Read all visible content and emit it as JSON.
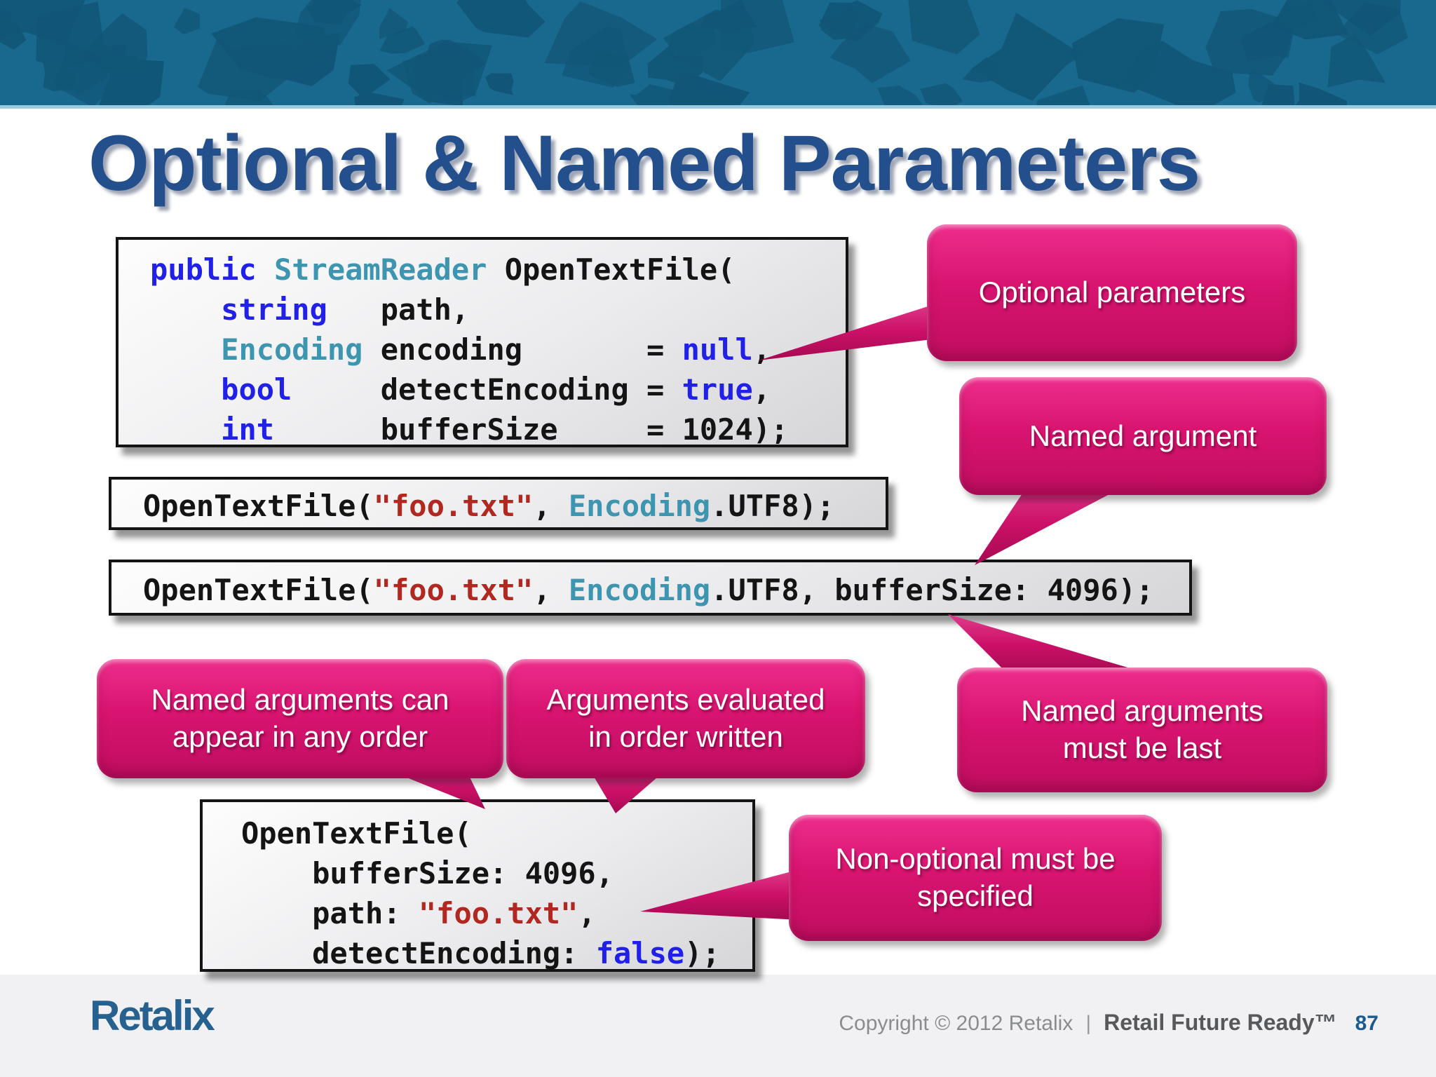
{
  "title": "Optional & Named Parameters",
  "banner": {
    "base_color": "#19698f",
    "shape_color": "#115677",
    "edge_color": "#9ec9dd"
  },
  "colors": {
    "title_blue": "#234f8d",
    "keyword_blue": "#2020e8",
    "type_teal": "#3d95b0",
    "string_red": "#b02820",
    "code_black": "#141414",
    "callout_pink": "#d81470",
    "page_number_blue": "#1d5a8e"
  },
  "code_blocks": {
    "signature": {
      "lines": [
        [
          {
            "c": "k",
            "t": "public"
          },
          {
            "c": "p",
            "t": " "
          },
          {
            "c": "t",
            "t": "StreamReader"
          },
          {
            "c": "p",
            "t": " OpenTextFile("
          }
        ],
        [
          {
            "c": "p",
            "t": "    "
          },
          {
            "c": "k",
            "t": "string"
          },
          {
            "c": "p",
            "t": "   path,"
          }
        ],
        [
          {
            "c": "p",
            "t": "    "
          },
          {
            "c": "t",
            "t": "Encoding"
          },
          {
            "c": "p",
            "t": " encoding       = "
          },
          {
            "c": "k",
            "t": "null"
          },
          {
            "c": "p",
            "t": ","
          }
        ],
        [
          {
            "c": "p",
            "t": "    "
          },
          {
            "c": "k",
            "t": "bool"
          },
          {
            "c": "p",
            "t": "     detectEncoding = "
          },
          {
            "c": "k",
            "t": "true"
          },
          {
            "c": "p",
            "t": ","
          }
        ],
        [
          {
            "c": "p",
            "t": "    "
          },
          {
            "c": "k",
            "t": "int"
          },
          {
            "c": "p",
            "t": "      bufferSize     = 1024);"
          }
        ]
      ]
    },
    "call_positional": {
      "lines": [
        [
          {
            "c": "p",
            "t": "OpenTextFile("
          },
          {
            "c": "s",
            "t": "\"foo.txt\""
          },
          {
            "c": "p",
            "t": ", "
          },
          {
            "c": "t",
            "t": "Encoding"
          },
          {
            "c": "p",
            "t": ".UTF8);"
          }
        ]
      ]
    },
    "call_named": {
      "lines": [
        [
          {
            "c": "p",
            "t": "OpenTextFile("
          },
          {
            "c": "s",
            "t": "\"foo.txt\""
          },
          {
            "c": "p",
            "t": ", "
          },
          {
            "c": "t",
            "t": "Encoding"
          },
          {
            "c": "p",
            "t": ".UTF8, bufferSize: 4096);"
          }
        ]
      ]
    },
    "call_all_named": {
      "lines": [
        [
          {
            "c": "p",
            "t": "OpenTextFile("
          }
        ],
        [
          {
            "c": "p",
            "t": "    bufferSize: 4096,"
          }
        ],
        [
          {
            "c": "p",
            "t": "    path: "
          },
          {
            "c": "s",
            "t": "\"foo.txt\""
          },
          {
            "c": "p",
            "t": ","
          }
        ],
        [
          {
            "c": "p",
            "t": "    detectEncoding: "
          },
          {
            "c": "k",
            "t": "false"
          },
          {
            "c": "p",
            "t": ");"
          }
        ]
      ]
    }
  },
  "callouts": {
    "optional_parameters": {
      "lines": [
        "Optional parameters"
      ]
    },
    "named_argument": {
      "lines": [
        "Named argument"
      ]
    },
    "any_order": {
      "lines": [
        "Named arguments can",
        "appear in any order"
      ]
    },
    "eval_order": {
      "lines": [
        "Arguments evaluated",
        "in order written"
      ]
    },
    "must_be_last": {
      "lines": [
        "Named arguments",
        "must be last"
      ]
    },
    "non_optional": {
      "lines": [
        "Non-optional must be",
        "specified"
      ]
    }
  },
  "footer": {
    "logo_text": "Retalix",
    "copyright": "Copyright © 2012 Retalix",
    "separator": "|",
    "tagline": "Retail Future Ready™",
    "page_number": "87"
  }
}
